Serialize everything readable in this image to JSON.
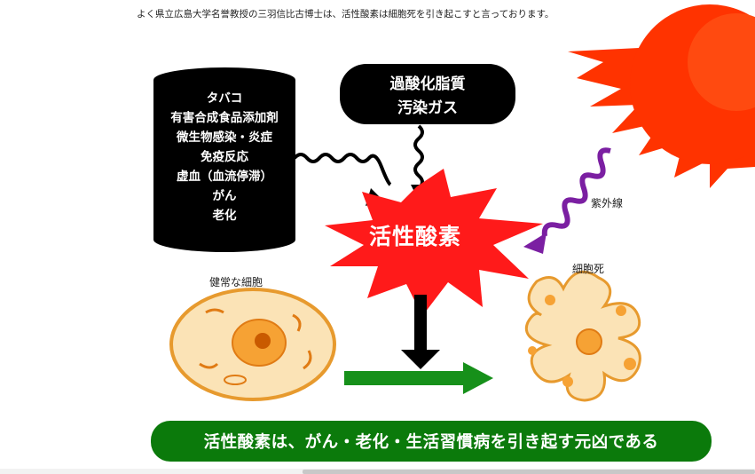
{
  "intro_text": "よく県立広島大学名誉教授の三羽信比古博士は、活性酸素は細胞死を引き起こすと言っております。",
  "causes": [
    "タバコ",
    "有害合成食品添加剤",
    "微生物感染・炎症",
    "免疫反応",
    "虚血（血流停滞）",
    "がん",
    "老化"
  ],
  "lipid_box": [
    "過酸化脂質",
    "汚染ガス"
  ],
  "center_label": "活性酸素",
  "uv_label": "紫外線",
  "healthy_cell_label": "健常な細胞",
  "cell_death_label": "細胞死",
  "banner_text": "活性酸素は、がん・老化・生活習慣病を引き起す元凶である",
  "colors": {
    "burst": "#ff1a1a",
    "sun": "#ff3300",
    "uv_wave": "#7b1fa2",
    "banner": "#0b7a0b",
    "arrow_green": "#16901a",
    "cell_fill": "#fbe3b6",
    "cell_outline": "#e79a2e"
  }
}
